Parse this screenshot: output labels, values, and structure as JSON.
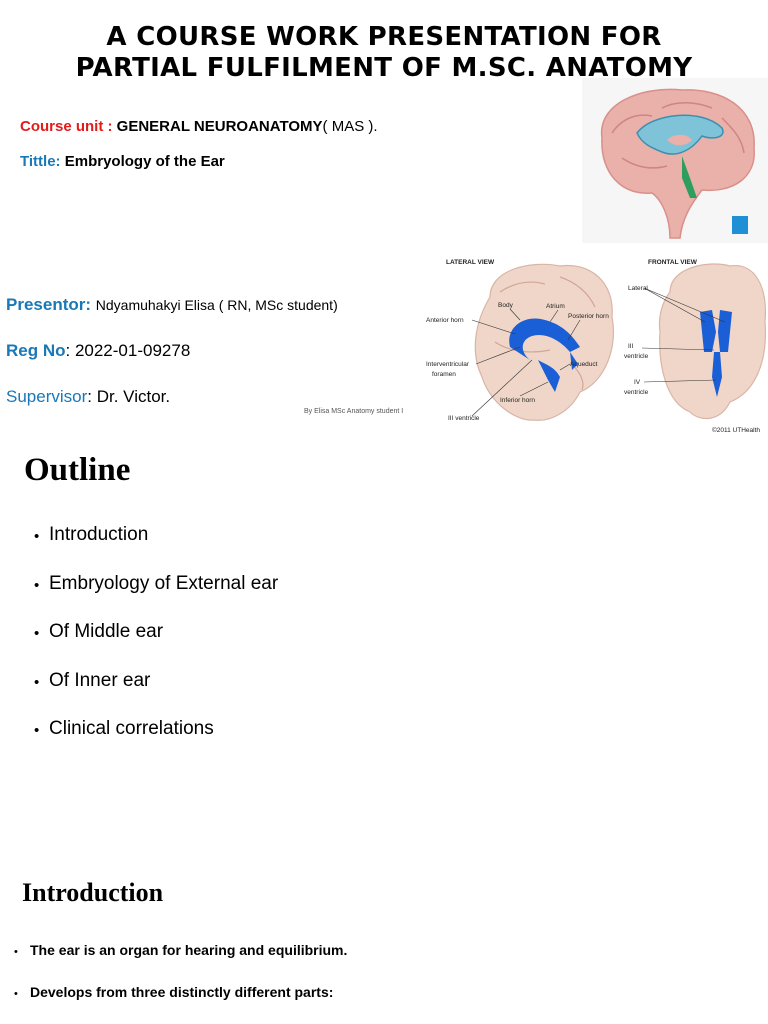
{
  "slide1": {
    "title_line1": "A COURSE WORK PRESENTATION FOR",
    "title_line2": "PARTIAL FULFILMENT OF M.SC. ANATOMY",
    "course_unit_label": "Course unit :",
    "course_unit_value_bold": "GENERAL NEUROANATOMY",
    "course_unit_value_rest": "( MAS ).",
    "title_label": "Tittle:",
    "title_value": "Embryology of the Ear",
    "presentor_label": "Presentor:",
    "presentor_value": "Ndyamuhakyi Elisa ( RN, MSc student)",
    "regno_label": "Reg No",
    "regno_value": ": 2022-01-09278",
    "supervisor_label": "Supervisor",
    "supervisor_value": ": Dr. Victor.",
    "watermark": "By Elisa MSc Anatomy student I",
    "figure": {
      "lateral_view": "LATERAL VIEW",
      "frontal_view": "FRONTAL VIEW",
      "body": "Body",
      "atrium": "Atrium",
      "anterior_horn": "Anterior horn",
      "posterior_horn": "Posterior horn",
      "interventricular": "Interventricular",
      "foramen": "foramen",
      "aqueduct": "Aqueduct",
      "inferior_horn": "Inferior horn",
      "iii_ventricle": "III ventricle",
      "lateral": "Lateral",
      "iii": "III",
      "ventricle": "ventricle",
      "iv": "IV",
      "ventricle2": "ventricle",
      "copyright": "©2011 UTHealth"
    }
  },
  "slide2": {
    "title": "Outline",
    "items": [
      "Introduction",
      "Embryology of External ear",
      "Of Middle ear",
      "Of Inner ear",
      "Clinical correlations"
    ]
  },
  "slide3": {
    "title": "Introduction",
    "items": [
      "The ear is an organ for hearing and equilibrium.",
      "Develops from three distinctly different parts:"
    ]
  },
  "colors": {
    "label_red": "#e41b1b",
    "label_blue": "#1878b8",
    "ventricle_blue": "#1a5fd6"
  }
}
